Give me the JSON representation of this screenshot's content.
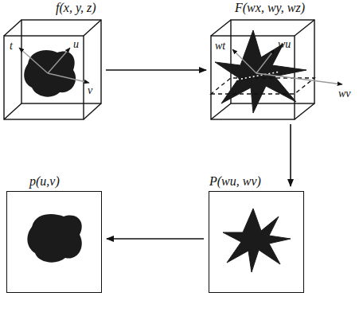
{
  "diagram": {
    "nodes": [
      {
        "text": [
          "f(x, y, z)"
        ]
      },
      {
        "text": [
          "F(wx, wy, wz)"
        ]
      },
      {
        "text": [
          "p(u,v)"
        ]
      },
      {
        "text": [
          "P(wu, wv)"
        ]
      }
    ],
    "edges": [
      {
        "from": 0,
        "to": 1,
        "arrow": "to"
      },
      {
        "from": 1,
        "to": 3,
        "arrow": "to"
      },
      {
        "from": 3,
        "to": 2,
        "arrow": "to"
      }
    ],
    "labels": [
      "t",
      "u",
      "v",
      "wt",
      "wu",
      "wv"
    ]
  }
}
